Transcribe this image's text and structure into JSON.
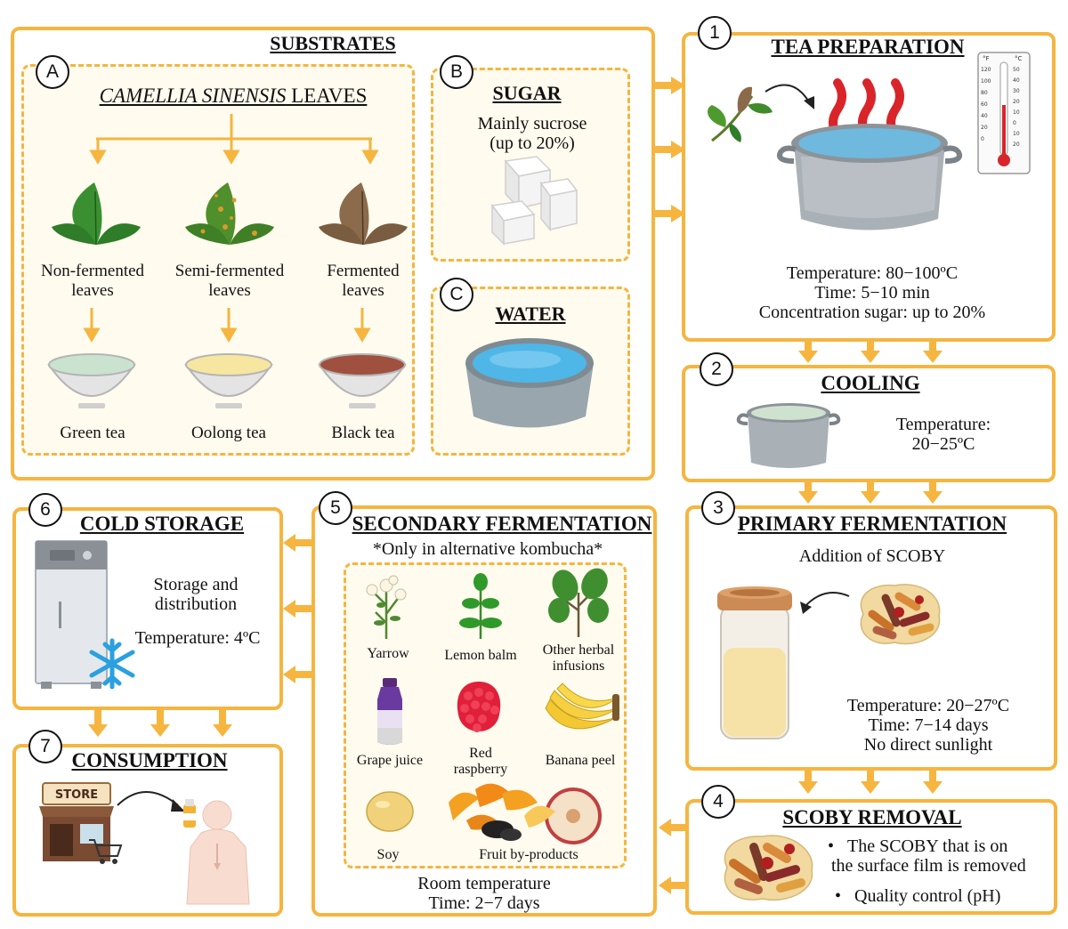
{
  "substrates": {
    "title": "SUBSTRATES",
    "a": {
      "badge": "A",
      "title_italic": "CAMELLIA SINENSIS",
      "title_rest": " LEAVES",
      "leaves": [
        {
          "label_line1": "Non-fermented",
          "label_line2": "leaves",
          "tea": "Green tea",
          "leaf_color": "#3f9a2f",
          "tea_color": "#c9e3cf"
        },
        {
          "label_line1": "Semi-fermented",
          "label_line2": "leaves",
          "tea": "Oolong tea",
          "leaf_color": "#5a9a32",
          "tea_color": "#f6e6a0"
        },
        {
          "label_line1": "Fermented",
          "label_line2": "leaves",
          "tea": "Black tea",
          "leaf_color": "#8b6a4a",
          "tea_color": "#a0503f"
        }
      ]
    },
    "b": {
      "badge": "B",
      "title": "SUGAR",
      "line1": "Mainly sucrose",
      "line2": "(up to 20%)"
    },
    "c": {
      "badge": "C",
      "title": "WATER"
    }
  },
  "step1": {
    "badge": "1",
    "title": "TEA PREPARATION",
    "lines": [
      "Temperature: 80−100ºC",
      "Time: 5−10 min",
      "Concentration sugar: up to 20%"
    ],
    "thermo": {
      "f_label": "°F",
      "c_label": "°C",
      "f_ticks": [
        "120",
        "100",
        "80",
        "60",
        "40",
        "20",
        "0"
      ],
      "c_ticks": [
        "50",
        "40",
        "30",
        "20",
        "10",
        "0",
        "10",
        "20"
      ]
    }
  },
  "step2": {
    "badge": "2",
    "title": "COOLING",
    "lines": [
      "Temperature:",
      "20−25ºC"
    ]
  },
  "step3": {
    "badge": "3",
    "title": "PRIMARY FERMENTATION",
    "subtitle": "Addition of SCOBY",
    "lines": [
      "Temperature: 20−27ºC",
      "Time: 7−14 days",
      "No direct sunlight"
    ]
  },
  "step4": {
    "badge": "4",
    "title": "SCOBY REMOVAL",
    "bullets": [
      {
        "line1": "The SCOBY that is on",
        "line2": "the surface film is removed"
      },
      {
        "line1": "Quality control (pH)",
        "line2": ""
      }
    ]
  },
  "step5": {
    "badge": "5",
    "title": "SECONDARY FERMENTATION",
    "subtitle": "*Only in alternative kombucha*",
    "items": [
      {
        "line1": "Yarrow",
        "line2": ""
      },
      {
        "line1": "Lemon balm",
        "line2": ""
      },
      {
        "line1": "Other herbal",
        "line2": "infusions"
      },
      {
        "line1": "Grape juice",
        "line2": ""
      },
      {
        "line1": "Red",
        "line2": "raspberry"
      },
      {
        "line1": "Banana peel",
        "line2": ""
      },
      {
        "line1": "Soy",
        "line2": ""
      },
      {
        "line1": "Fruit by-products",
        "line2": ""
      }
    ],
    "lines": [
      "Room temperature",
      "Time: 2−7 days"
    ]
  },
  "step6": {
    "badge": "6",
    "title": "COLD STORAGE",
    "line1": "Storage and",
    "line2": "distribution",
    "temp": "Temperature: 4ºC"
  },
  "step7": {
    "badge": "7",
    "title": "CONSUMPTION",
    "store_label": "STORE"
  },
  "colors": {
    "accent": "#f5b53f",
    "water": "#4fb6e8",
    "flame": "#d9252a"
  }
}
